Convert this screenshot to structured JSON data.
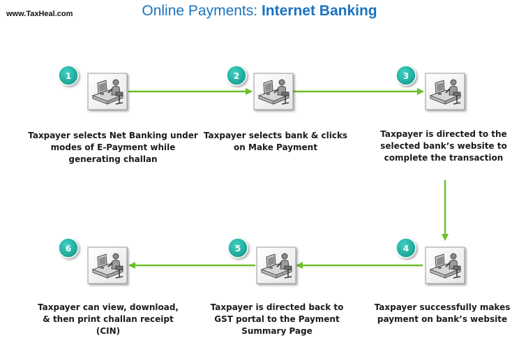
{
  "watermark": "www.TaxHeal.com",
  "title": {
    "part1": "Online Payments: ",
    "part2": "Internet Banking"
  },
  "steps": [
    {
      "number": "1",
      "lines": [
        "Taxpayer selects Net Banking under",
        "modes of E-Payment while",
        "generating challan"
      ]
    },
    {
      "number": "2",
      "lines": [
        "Taxpayer selects bank & clicks",
        "on Make Payment"
      ]
    },
    {
      "number": "3",
      "lines": [
        "Taxpayer is directed to the",
        "selected bank’s website to",
        "complete the transaction"
      ]
    },
    {
      "number": "4",
      "lines": [
        "Taxpayer successfully makes",
        "payment on bank’s website"
      ]
    },
    {
      "number": "5",
      "lines": [
        "Taxpayer is directed back to",
        "GST portal to the Payment",
        "Summary Page"
      ]
    },
    {
      "number": "6",
      "lines": [
        "Taxpayer can view, download,",
        "& then print challan receipt",
        "(CIN)"
      ]
    }
  ],
  "colors": {
    "badge": "#1fb5a6",
    "arrow": "#6cbf2a",
    "title": "#1a73c0"
  },
  "icon": "computer-user-icon"
}
